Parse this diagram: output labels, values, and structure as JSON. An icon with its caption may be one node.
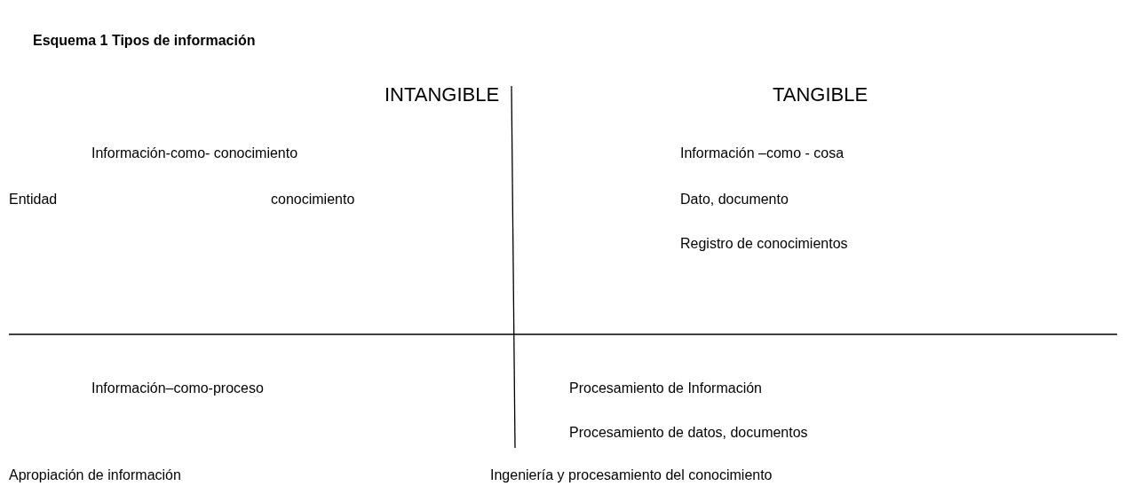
{
  "diagram": {
    "title": "Esquema 1 Tipos de información",
    "labels": [
      "INTANGIBLE",
      "TANGIBLE",
      "Información-como- conocimiento",
      "Información –como - cosa",
      "Entidad",
      "conocimiento",
      "Dato, documento",
      "Registro de conocimientos",
      "Información–como-proceso",
      "Procesamiento de Información",
      "Procesamiento de datos, documentos",
      "Apropiación de información",
      "Ingeniería y procesamiento del conocimiento"
    ]
  }
}
